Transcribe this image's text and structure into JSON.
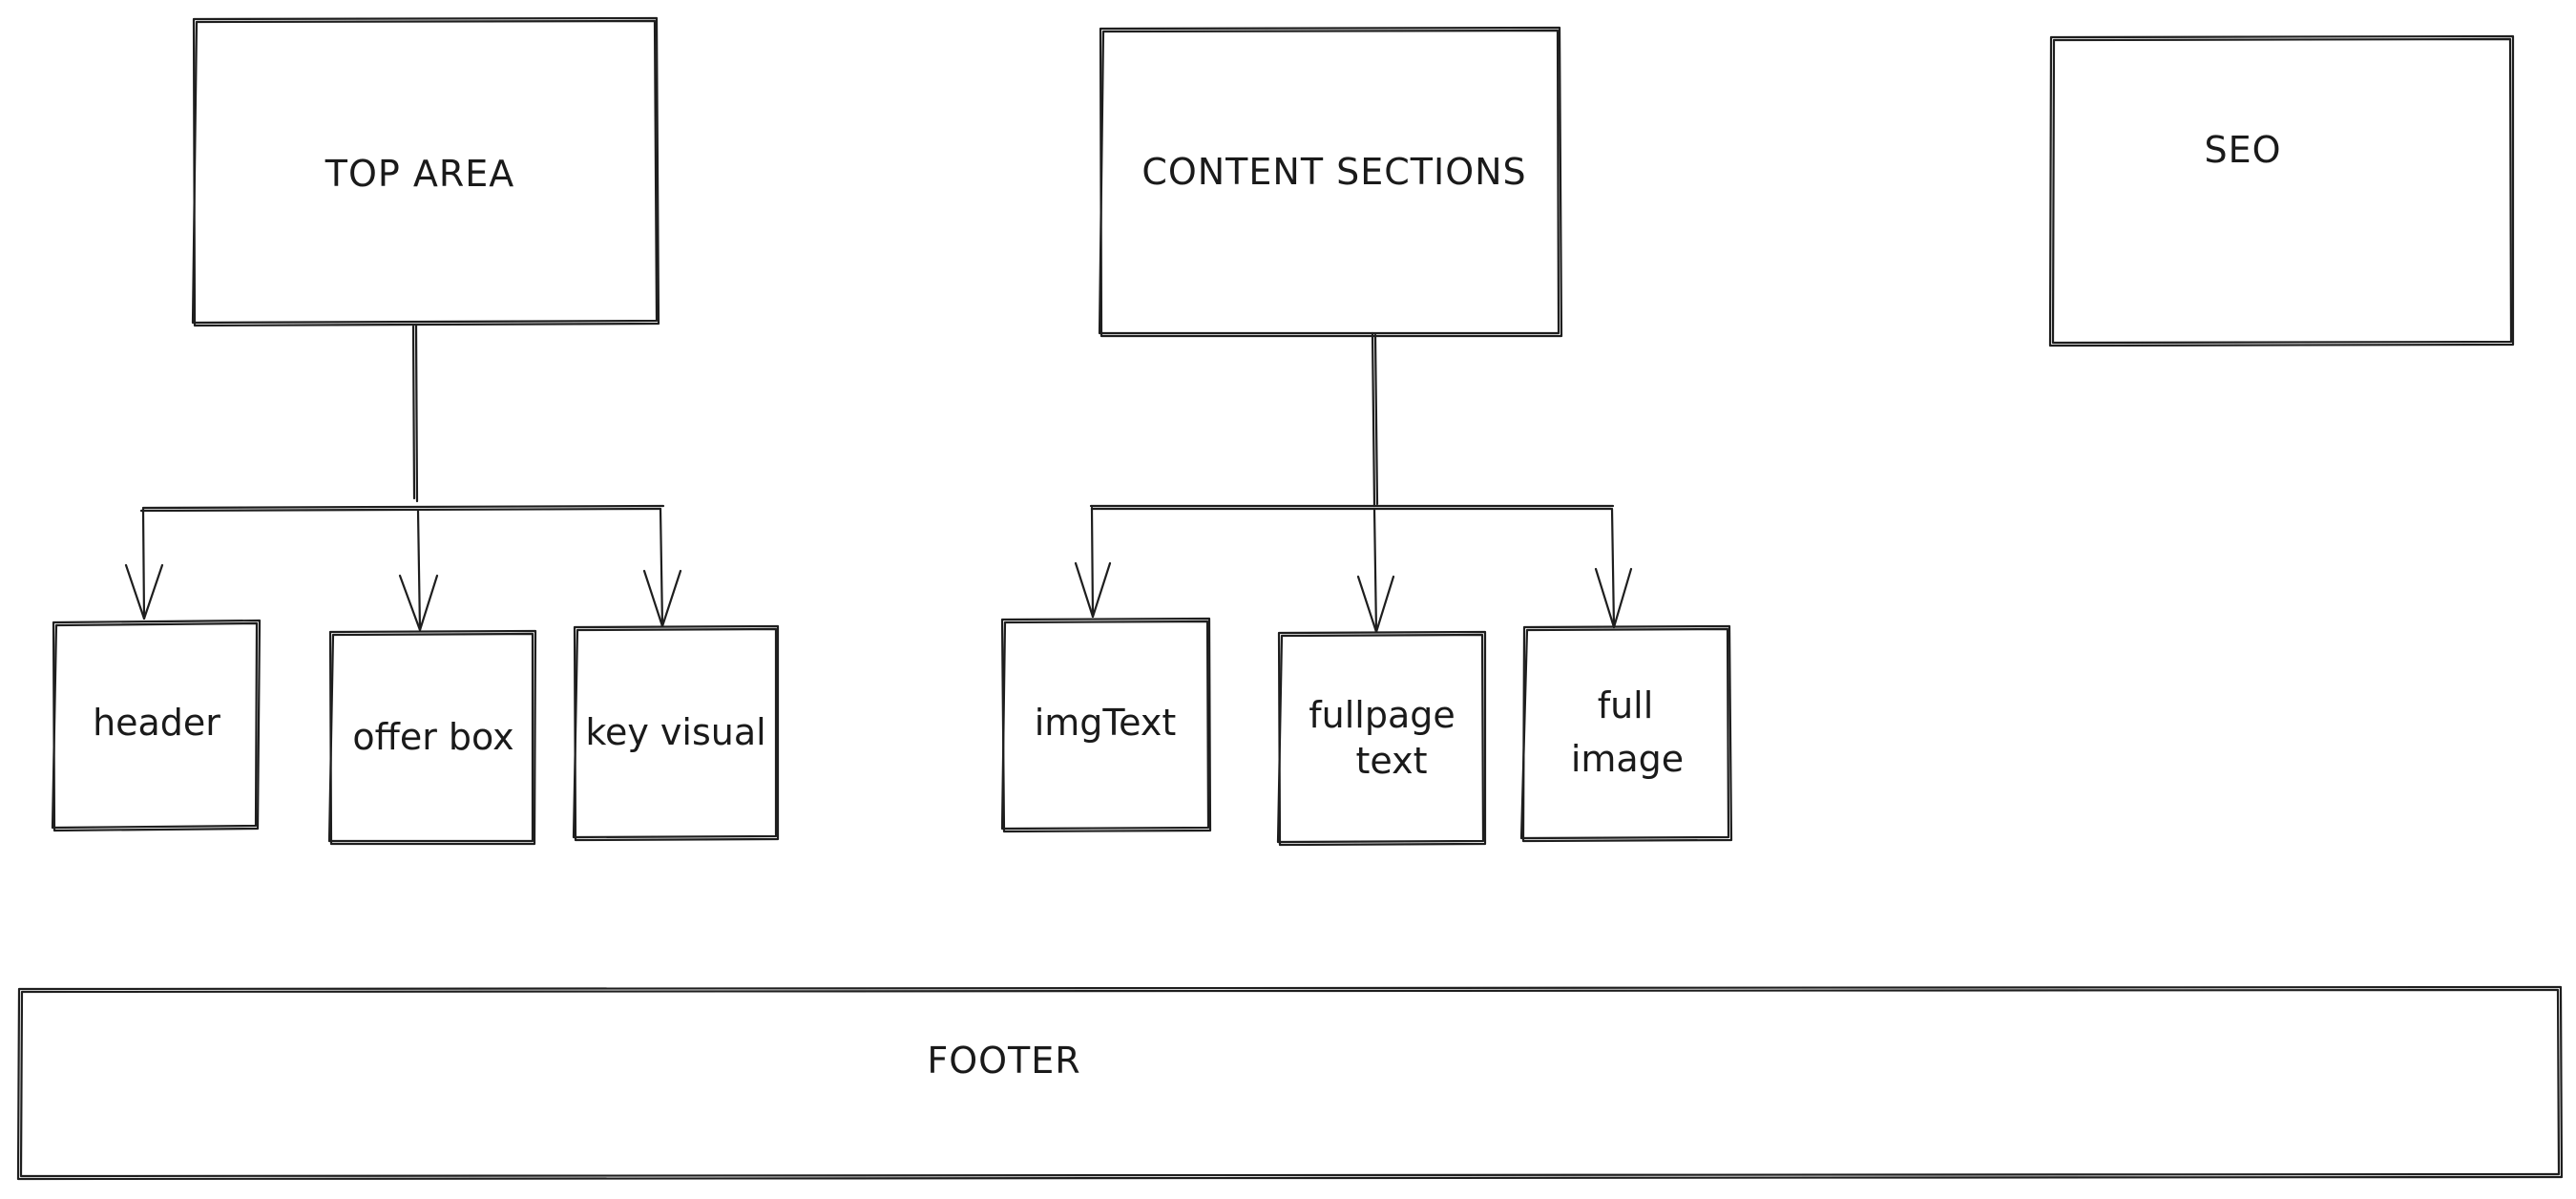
{
  "diagram": {
    "top_area": {
      "label": "TOP AREA"
    },
    "content_sections": {
      "label": "CONTENT SECTIONS"
    },
    "seo": {
      "label": "SEO"
    },
    "footer": {
      "label": "FOOTER"
    },
    "top_children": [
      {
        "label": "header"
      },
      {
        "label": "offer box"
      },
      {
        "label": "key visual"
      }
    ],
    "content_children": [
      {
        "label": "imgText"
      },
      {
        "label_line1": "fullpage",
        "label_line2": "text"
      },
      {
        "label_line1": "full",
        "label_line2": "image"
      }
    ]
  }
}
